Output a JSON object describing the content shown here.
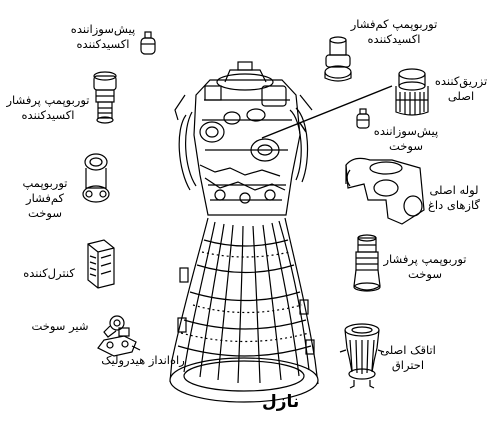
{
  "labels": {
    "ox_injector": "پیش‌سوزاننده\nاکسیدکننده",
    "ox_hp_turbopump": "توربوپمپ پرفشار\nاکسیدکننده",
    "fuel_lp_turbopump": "توربوپمپ\nکم‌فشار سوخت",
    "controller": "کنترل‌کننده",
    "fuel_valve": "شیر سوخت",
    "hydraulic_actuator": "راه‌انداز هیدرولیک",
    "ox_lp_turbopump": "توربوپمپ کم‌فشار\nاکسیدکننده",
    "main_injector": "تزریق‌کننده\nاصلی",
    "fuel_preburner": "پیش‌سوزاننده\nسوخت",
    "hot_gas_manifold": "لوله‌ اصلی\nگازهای داغ",
    "fuel_hp_turbopump": "توربوپمپ پرفشار\nسوخت",
    "main_combustion_chamber": "اتاقک اصلی\nاحتراق",
    "nozzle": "نازل"
  }
}
